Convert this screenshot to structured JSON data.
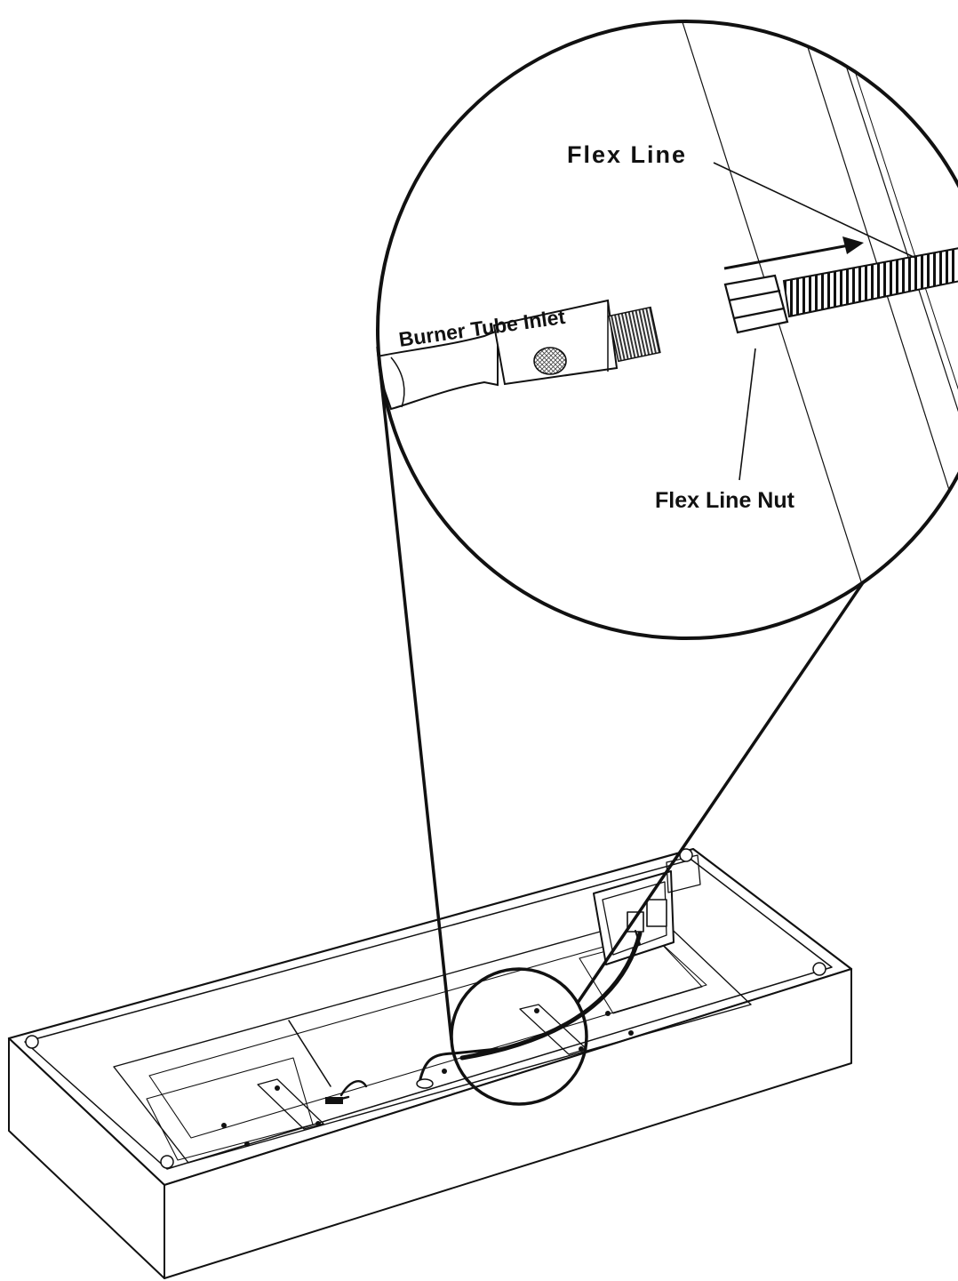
{
  "labels": {
    "flex_line": "Flex Line",
    "burner_tube_inlet": "Burner Tube Inlet",
    "flex_line_nut": "Flex Line Nut"
  },
  "colors": {
    "ink": "#111111",
    "paper": "#ffffff",
    "mesh": "#555555"
  },
  "icons": {
    "direction_arrow": "arrow-right-icon"
  }
}
